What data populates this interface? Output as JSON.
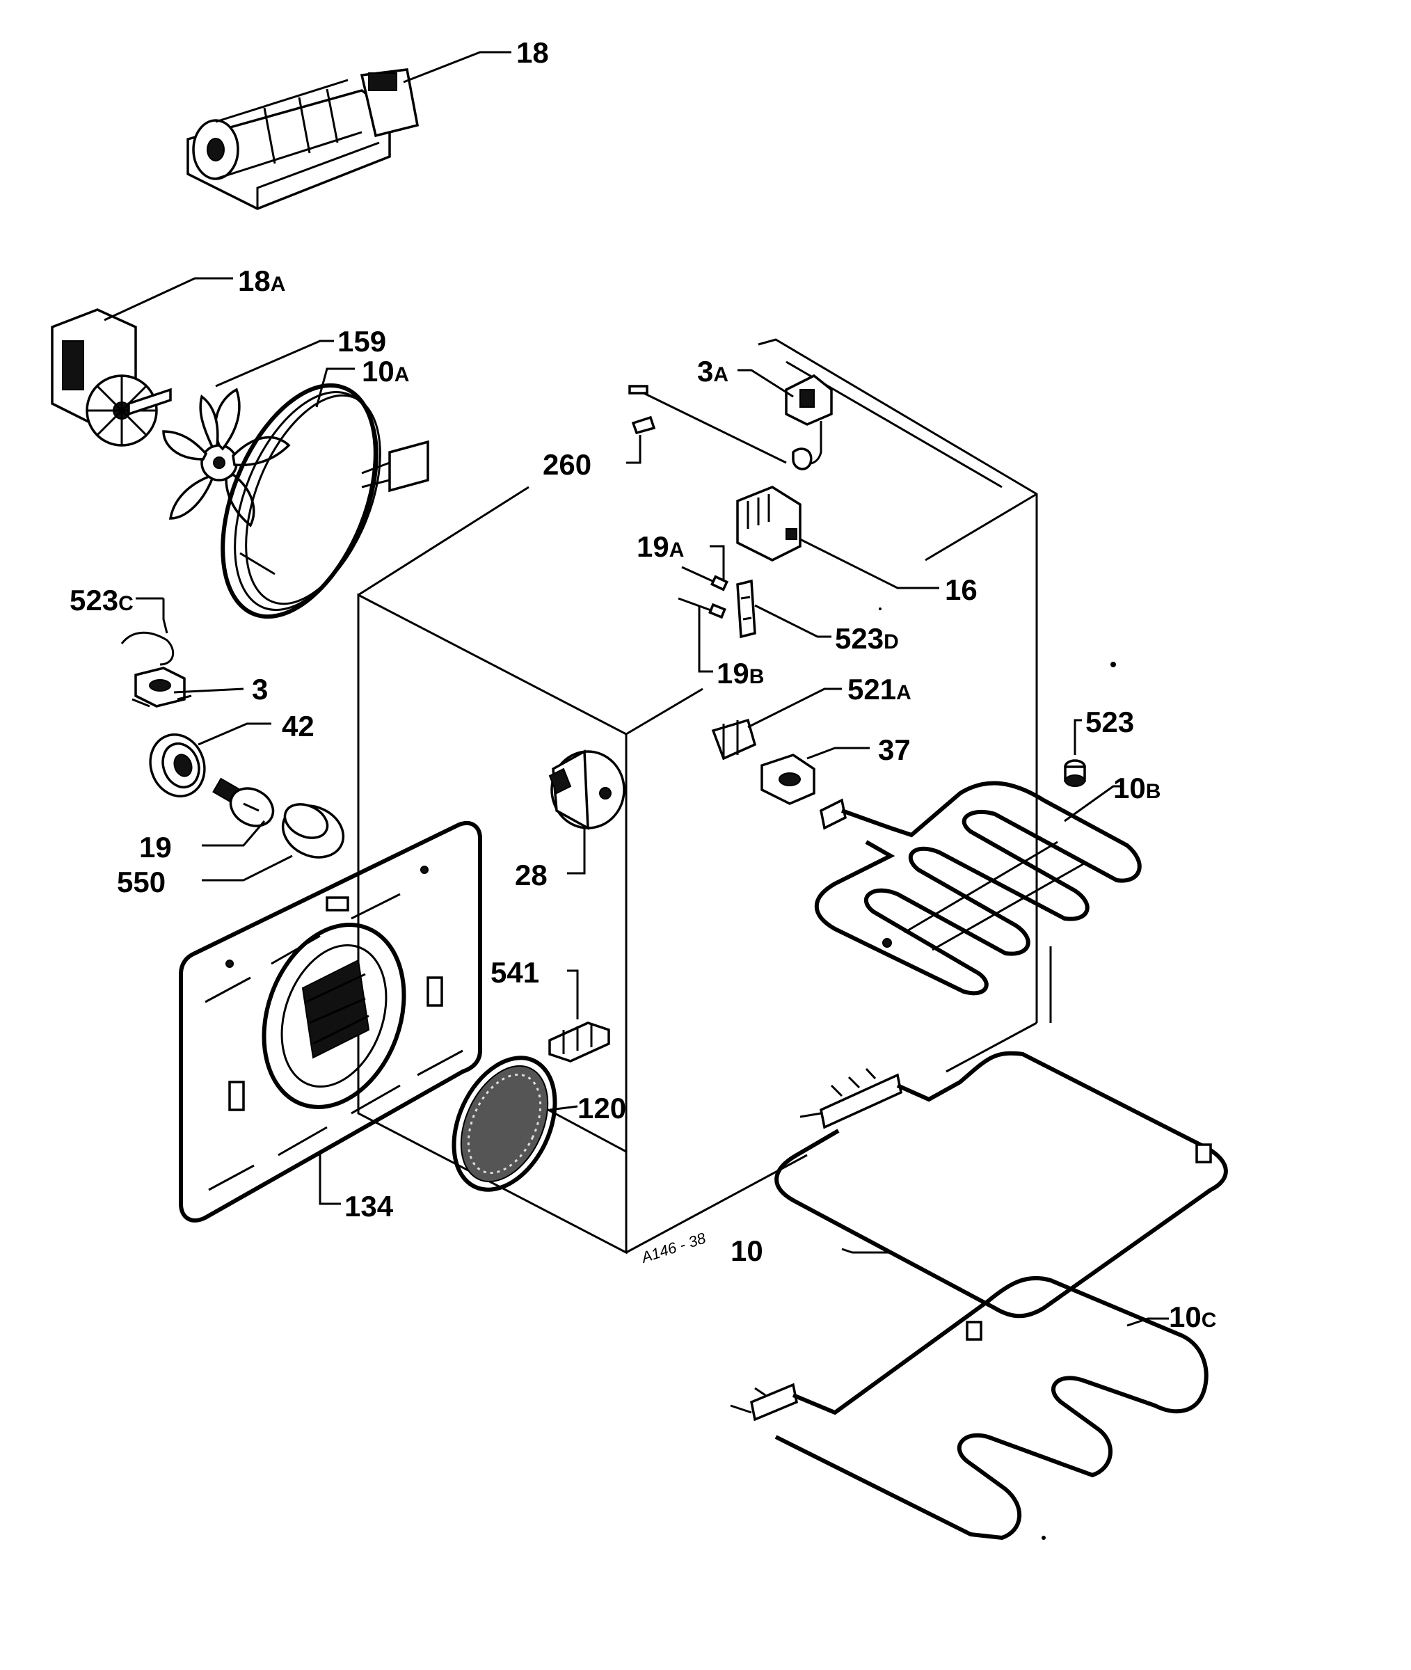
{
  "labels": {
    "l18": "18",
    "l18a": "18",
    "l18a_sub": "A",
    "l159": "159",
    "l10a": "10",
    "l10a_sub": "A",
    "l3a": "3",
    "l3a_sub": "A",
    "l260": "260",
    "l16": "16",
    "l19a": "19",
    "l19a_sub": "A",
    "l523d": "523",
    "l523d_sub": "D",
    "l19b": "19",
    "l19b_sub": "B",
    "l523c": "523",
    "l523c_sub": "C",
    "l3": "3",
    "l42": "42",
    "l521a": "521",
    "l521a_sub": "A",
    "l523": "523",
    "l37": "37",
    "l10b": "10",
    "l10b_sub": "B",
    "l19": "19",
    "l550": "550",
    "l28": "28",
    "l541": "541",
    "l120": "120",
    "l134": "134",
    "l10": "10",
    "l10c": "10",
    "l10c_sub": "C",
    "stamp": "A146 - 38"
  }
}
